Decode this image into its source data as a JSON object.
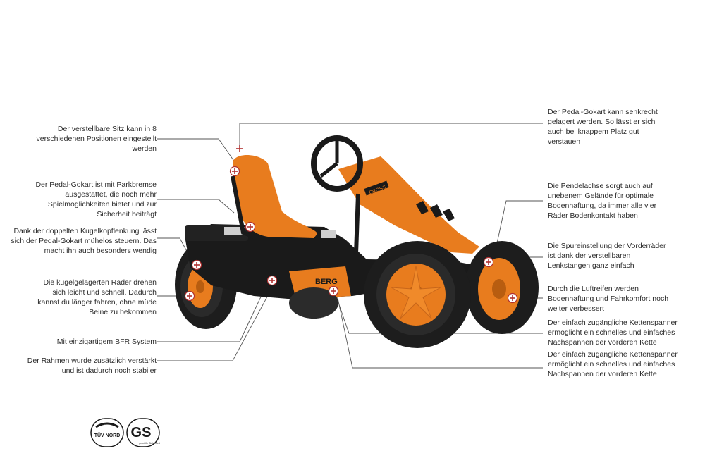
{
  "colors": {
    "kart_orange": "#e87c1e",
    "frame_black": "#1a1a1a",
    "plus_red": "#b03030"
  },
  "annotations": {
    "left": [
      {
        "id": "seat",
        "text": "Der verstellbare Sitz kann in 8 verschiedenen Positionen eingestellt werden"
      },
      {
        "id": "brake",
        "text": "Der Pedal-Gokart ist mit Parkbremse ausgestattet, die noch mehr Spielmöglichkeiten bietet und zur Sicherheit beiträgt"
      },
      {
        "id": "steering",
        "text": "Dank der doppelten Kugelkopflenkung lässt sich der Pedal-Gokart mühelos steuern. Das macht ihn auch besonders wendig"
      },
      {
        "id": "bearings",
        "text": "Die kugelgelagerten Räder drehen sich leicht und schnell. Dadurch kannst du länger fahren, ohne müde Beine zu bekommen"
      },
      {
        "id": "bfr",
        "text": "Mit einzigartigem BFR System"
      },
      {
        "id": "frame",
        "text": "Der Rahmen wurde zusätzlich verstärkt und ist dadurch noch stabiler"
      }
    ],
    "right": [
      {
        "id": "vertical",
        "text": "Der Pedal-Gokart kann senkrecht gelagert werden. So lässt er sich auch bei knappem Platz gut verstauen"
      },
      {
        "id": "axle",
        "text": "Die Pendelachse sorgt auch auf unebenem Gelände für optimale Bodenhaftung, da immer alle vier Räder Bodenkontakt haben"
      },
      {
        "id": "tracking",
        "text": "Die Spureinstellung der Vorderräder ist dank der verstellbaren Lenkstangen ganz einfach"
      },
      {
        "id": "tyres",
        "text": "Durch die Luftreifen werden Bodenhaftung und Fahrkomfort noch weiter verbessert"
      },
      {
        "id": "chain1",
        "text": "Der einfach zugängliche Kettenspanner ermöglicht ein schnelles und einfaches Nachspannen der vorderen Kette"
      },
      {
        "id": "chain2",
        "text": "Der einfach zugängliche Kettenspanner ermöglicht ein schnelles und einfaches Nachspannen der vorderen Kette"
      }
    ]
  },
  "kart_labels": {
    "brand": "BERG",
    "model": "CROSS"
  },
  "certification": {
    "tuv": "TÜV NORD",
    "gs": "GS",
    "gs_sub": "geprüfte Sicherheit"
  }
}
